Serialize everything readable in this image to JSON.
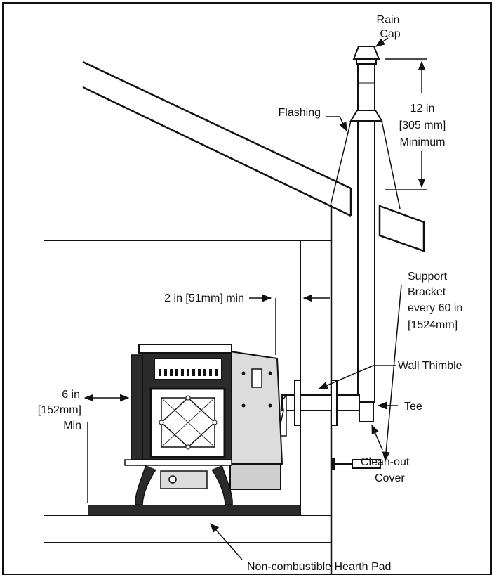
{
  "labels": {
    "rain_cap_1": "Rain",
    "rain_cap_2": "Cap",
    "flashing": "Flashing",
    "clearance_1": "12 in",
    "clearance_2": "[305 mm]",
    "clearance_3": "Minimum",
    "support_1": "Support",
    "support_2": "Bracket",
    "support_3": "every 60 in",
    "support_4": "[1524mm]",
    "wall_gap": "2 in [51mm] min",
    "wall_thimble": "Wall Thimble",
    "side_gap_1": "6 in",
    "side_gap_2": "[152mm]",
    "side_gap_3": "Min",
    "tee": "Tee",
    "cleanout_1": "Clean-out",
    "cleanout_2": "Cover",
    "hearth_pad": "Non-combustible Hearth Pad"
  },
  "colors": {
    "line": "#111111",
    "background": "#ffffff",
    "hearth_pad": "#2a2a2a",
    "stove_body": "#dcdcdc",
    "stove_dark": "#2b2b2b"
  }
}
